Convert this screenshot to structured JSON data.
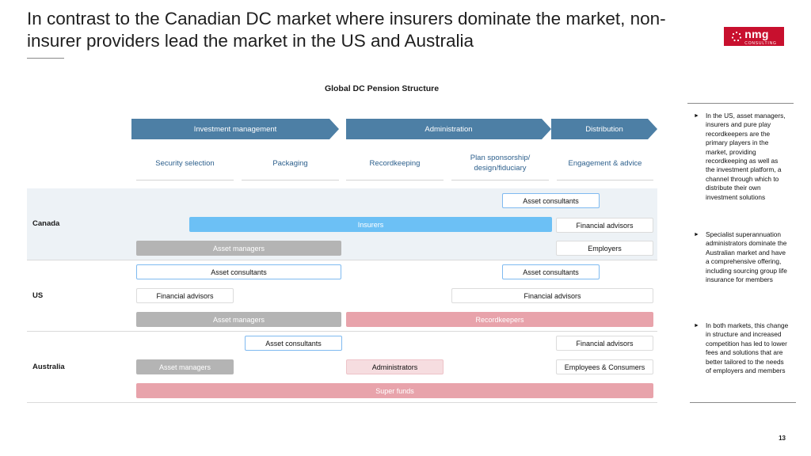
{
  "slide": {
    "title": "In contrast to the Canadian DC market where insurers dominate the market, non-insurer providers lead the market in the US and Australia",
    "page_number": "13"
  },
  "logo": {
    "brand": "nmg",
    "sub": "CONSULTING"
  },
  "diagram": {
    "title": "Global DC Pension Structure",
    "stages": [
      "Investment management",
      "Administration",
      "Distribution"
    ],
    "functions": [
      "Security selection",
      "Packaging",
      "Recordkeeping",
      "Plan sponsorship/ design/fiduciary",
      "Engagement & advice"
    ],
    "rows": {
      "canada": {
        "label": "Canada",
        "asset_consultants": "Asset consultants",
        "insurers": "Insurers",
        "financial_advisors": "Financial advisors",
        "asset_managers": "Asset managers",
        "employers": "Employers"
      },
      "us": {
        "label": "US",
        "asset_consultants_left": "Asset consultants",
        "asset_consultants_right": "Asset consultants",
        "financial_advisors_left": "Financial advisors",
        "financial_advisors_right": "Financial advisors",
        "asset_managers": "Asset managers",
        "recordkeepers": "Recordkeepers"
      },
      "australia": {
        "label": "Australia",
        "asset_consultants": "Asset consultants",
        "financial_advisors": "Financial advisors",
        "asset_managers": "Asset managers",
        "administrators": "Administrators",
        "employees_consumers": "Employees & Consumers",
        "super_funds": "Super funds"
      }
    }
  },
  "sidebar": {
    "bullets": [
      "In the US, asset managers, insurers and pure play recordkeepers are the primary players in the market, providing recordkeeping as well as the investment platform, a channel through which to distribute their own investment solutions",
      "Specialist superannuation administrators dominate the Australian market and have a comprehensive offering, including sourcing group life insurance for members",
      "In both markets, this change in structure and increased competition has led to lower fees and solutions that are better tailored to the needs of employers and members"
    ]
  },
  "colors": {
    "stage_chevron": "#4d7fa5",
    "function_text": "#2c5f8c",
    "canada_band": "#edf2f6",
    "insurers": "#6cc0f5",
    "asset_managers": "#b4b4b4",
    "recordkeepers_superfunds": "#e8a3ab",
    "administrators": "#f6dde0",
    "logo": "#c8102e"
  }
}
